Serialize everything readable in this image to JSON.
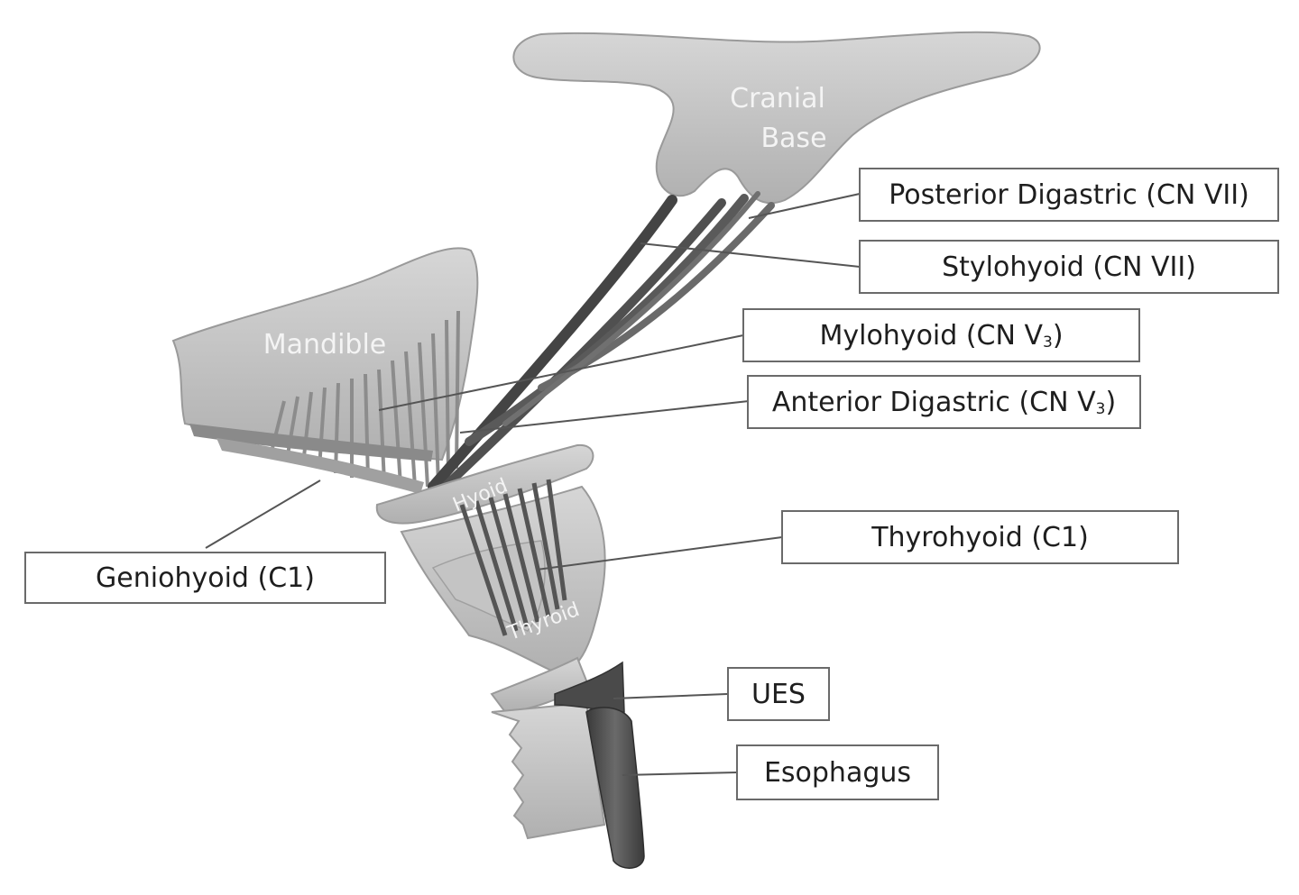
{
  "structures": {
    "cranial_base": [
      "Cranial",
      "Base"
    ],
    "mandible": "Mandible",
    "hyoid": "Hyoid",
    "thyroid": "Thyroid"
  },
  "labels": {
    "posterior_digastric": "Posterior Digastric (CN VII)",
    "stylohyoid": "Stylohyoid (CN VII)",
    "mylohyoid": {
      "text": "Mylohyoid (CN V",
      "sub": "3",
      "close": ")"
    },
    "anterior_digastric": {
      "text": "Anterior Digastric (CN V",
      "sub": "3",
      "close": ")"
    },
    "thyrohyoid": "Thyrohyoid (C1)",
    "geniohyoid": "Geniohyoid (C1)",
    "ues": "UES",
    "esophagus": "Esophagus"
  }
}
